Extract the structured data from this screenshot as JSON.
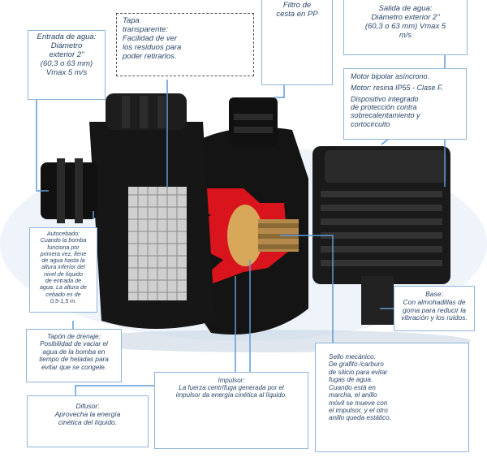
{
  "filtro": {
    "line1": "Filtro de",
    "line2": "cesta en PP"
  },
  "tapa": {
    "lines": [
      "Tapa",
      "transparente:",
      "Facilidad de ver",
      "los residuos para",
      "poder retirarlos."
    ]
  },
  "salida": {
    "lines": [
      "Salida de agua:",
      "Diámetro exterior 2\"",
      "(60,3 o 63 mm) Vmax 5",
      "m/s"
    ]
  },
  "entrada": {
    "lines": [
      "Entrada de agua:",
      "Diámetro",
      "exterior 2\"",
      "(60,3 o 63 mm)",
      "Vmax 5 m/s"
    ]
  },
  "motor": {
    "line1": "Motor bipolar asíncrono.",
    "line2": "Motor: resina IP55 - Clase F.",
    "line3": "Dispositivo integrado",
    "line4": "de protección contra",
    "line5": "sobrecalentamiento y",
    "line6": "cortocircuito"
  },
  "autocebado": {
    "lines": [
      "Autocebado:",
      "Cuando la bomba",
      "funciona por",
      "primera vez, llene",
      "de agua hasta la",
      "altura inferior del",
      "nivel de líquido",
      "de entrada de",
      "agua. La altura de",
      "cebado es de",
      "0,5-1,5 m."
    ]
  },
  "base": {
    "lines": [
      "Base:",
      "Con almohadillas de",
      "goma para reducir la",
      "vibración y los ruidos."
    ]
  },
  "tapon": {
    "lines": [
      "Tapón de drenaje:",
      "Posibilidad de vaciar el",
      "agua de la bomba en",
      "tiempo de heladas para",
      "evitar que se congele."
    ]
  },
  "sello": {
    "lines": [
      "Sello mecánico:",
      "De grafito /carburo",
      "de silicio para evitar",
      "fugas de agua.",
      "Cuando está en",
      "marcha, el anillo",
      "móvil se mueve con",
      "el impulsor, y el otro",
      "anillo queda estático."
    ]
  },
  "impulsor": {
    "lines": [
      "Impulsor:",
      "La fuerza centrífuga generada por el",
      "impulsor da energía cinética al líquido."
    ]
  },
  "difusor": {
    "lines": [
      "Difusor:",
      "Aprovecha la energía",
      "cinética del líquido."
    ]
  },
  "colors": {
    "callout_border": "#8fb4d8",
    "cutaway_red": "#d9141c",
    "body_black": "#1a1a1a",
    "impeller_gold": "#d8a85a"
  }
}
